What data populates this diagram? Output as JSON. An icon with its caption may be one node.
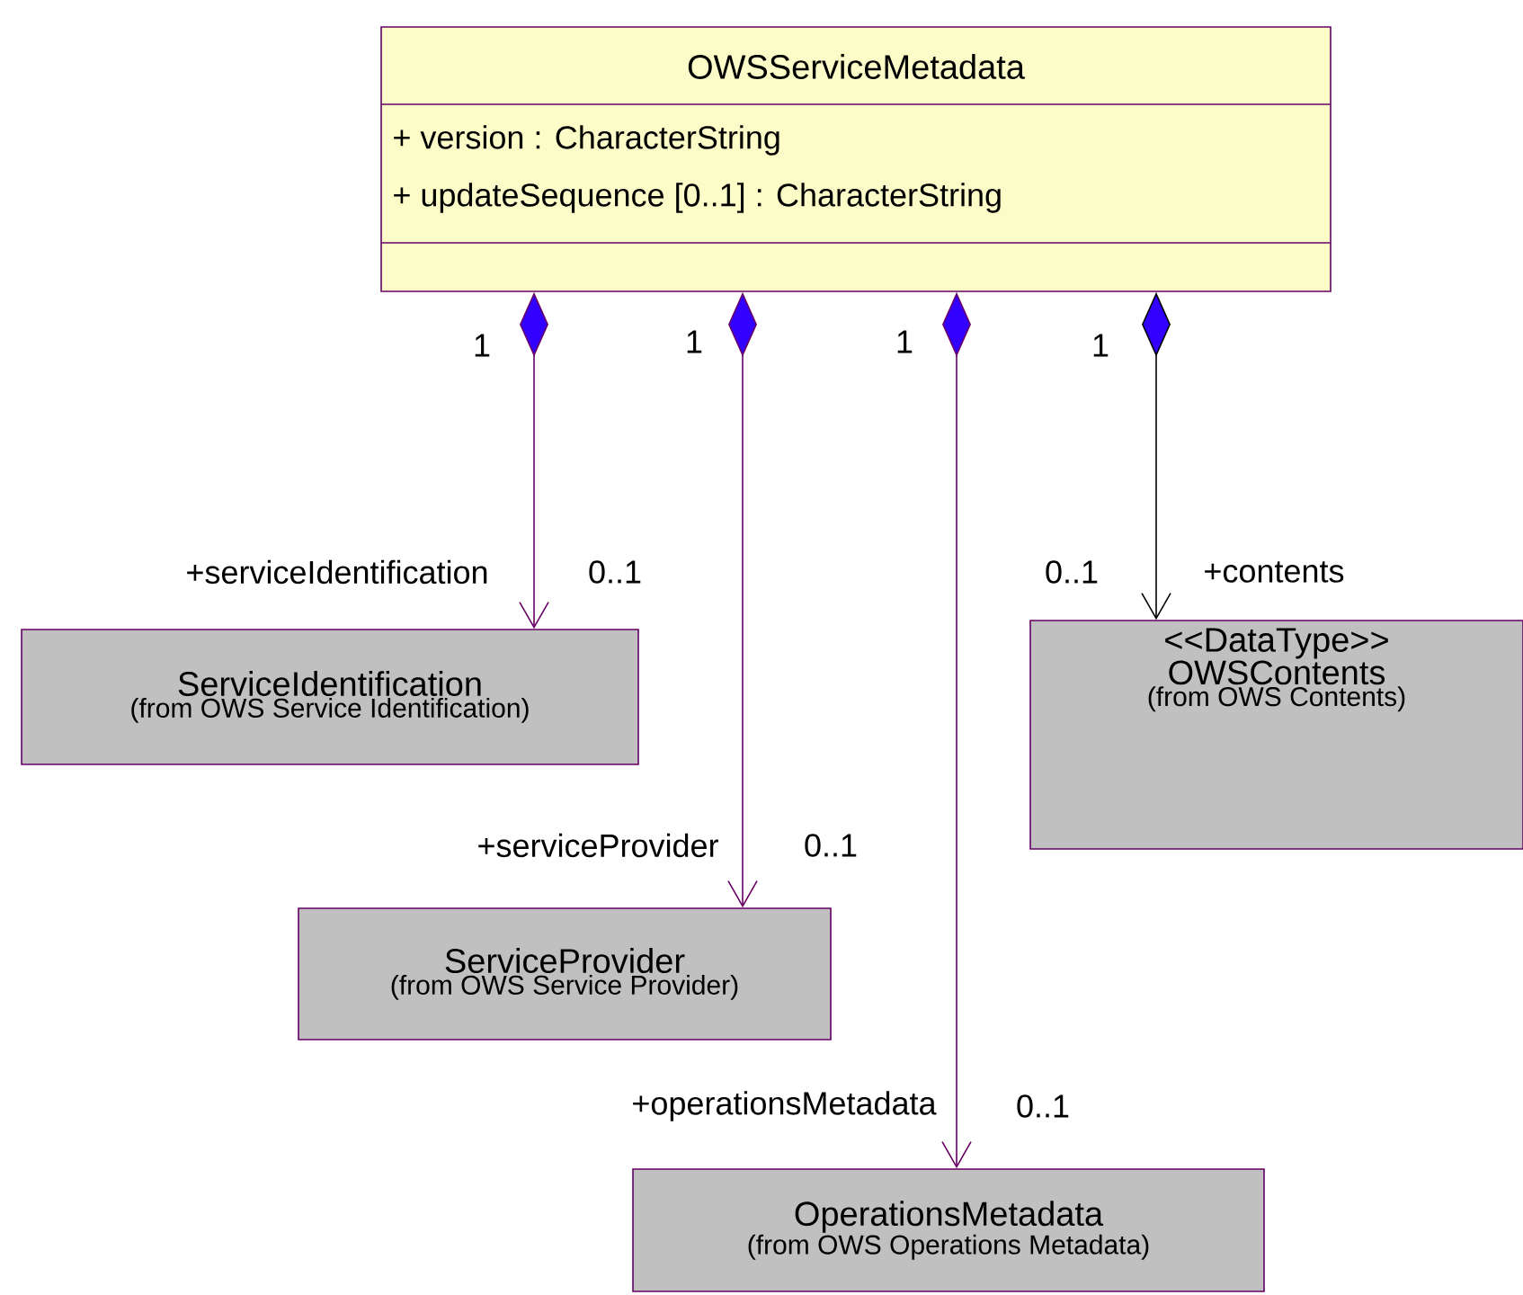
{
  "diagram": {
    "nodes": [
      {
        "text": [
          "OWSServiceMetadata",
          "+ version : CharacterString",
          "+ updateSequence [0..1] : CharacterString"
        ]
      },
      {
        "text": [
          "ServiceIdentification",
          "(from OWS Service Identification)"
        ]
      },
      {
        "text": [
          "<<DataType>>",
          "OWSContents",
          "(from OWS Contents)"
        ]
      },
      {
        "text": [
          "ServiceProvider",
          "(from OWS Service Provider)"
        ]
      },
      {
        "text": [
          "OperationsMetadata",
          "(from OWS Operations Metadata)"
        ]
      }
    ],
    "edges": [
      {
        "from": 0,
        "to": 1,
        "arrow": "to",
        "label": "+serviceIdentification"
      },
      {
        "from": 0,
        "to": 3,
        "arrow": "to",
        "label": "+serviceProvider"
      },
      {
        "from": 0,
        "to": 4,
        "arrow": "to",
        "label": "+operationsMetadata"
      },
      {
        "from": 0,
        "to": 2,
        "arrow": "to",
        "label": "+contents",
        "color": "#000000"
      }
    ],
    "labels": [
      "1",
      "1",
      "1",
      "1",
      "0..1",
      "0..1",
      "0..1",
      "0..1"
    ]
  }
}
